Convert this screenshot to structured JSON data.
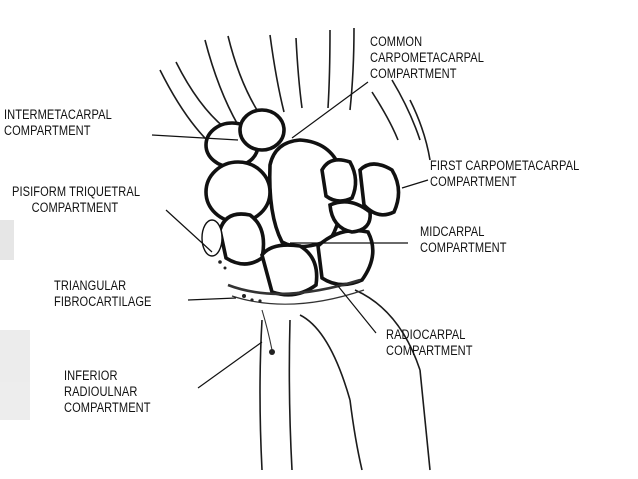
{
  "labels": {
    "common": [
      "COMMON",
      "CARPOMETACARPAL",
      "COMPARTMENT"
    ],
    "intermetacarpal": [
      "INTERMETACARPAL",
      "COMPARTMENT"
    ],
    "first_cmc": [
      "FIRST CARPOMETACARPAL",
      "COMPARTMENT"
    ],
    "pisiform": [
      "PISIFORM TRIQUETRAL",
      "COMPARTMENT"
    ],
    "midcarpal": [
      "MIDCARPAL",
      "COMPARTMENT"
    ],
    "tfc": [
      "TRIANGULAR",
      "FIBROCARTILAGE"
    ],
    "radiocarpal": [
      "RADIOCARPAL",
      "COMPARTMENT"
    ],
    "druj": [
      "INFERIOR",
      "RADIOULNAR",
      "COMPARTMENT"
    ]
  },
  "colors": {
    "line": "#111111",
    "background": "#ffffff"
  }
}
